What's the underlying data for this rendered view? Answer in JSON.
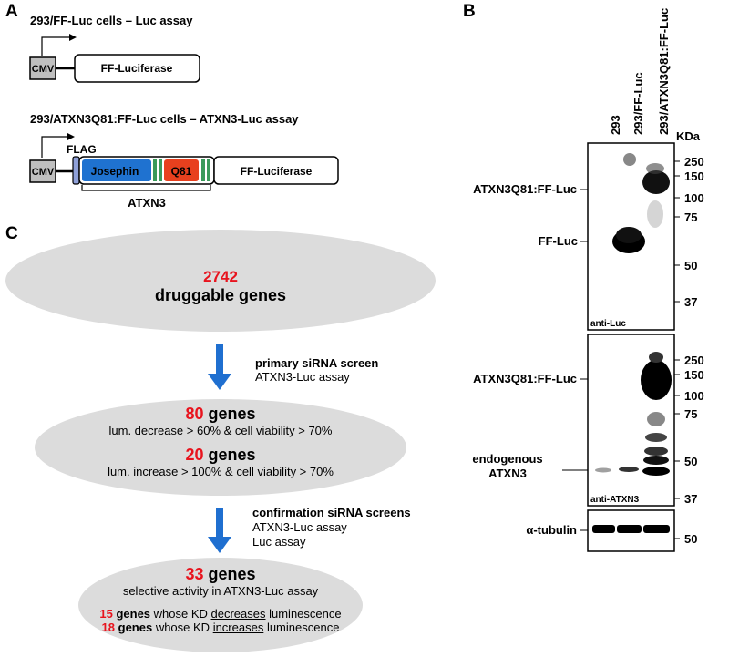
{
  "panelA": {
    "letter": "A",
    "construct1_title": "293/FF-Luc cells – Luc assay",
    "construct2_title": "293/ATXN3Q81:FF-Luc cells – ATXN3-Luc assay",
    "cmv": "CMV",
    "ff_luciferase": "FF-Luciferase",
    "flag": "FLAG",
    "josephin": "Josephin",
    "q81": "Q81",
    "atxn3": "ATXN3",
    "colors": {
      "josephin": "#1f72d0",
      "q81": "#e8401e",
      "cmv": "#bfbfbf",
      "flag": "#8fa0d8",
      "uim": "#3a9a5a"
    }
  },
  "panelB": {
    "letter": "B",
    "lanes": [
      "293",
      "293/FF-Luc",
      "293/ATXN3Q81:FF-Luc"
    ],
    "kda_label": "KDa",
    "blot1": {
      "antibody": "anti-Luc",
      "labels": [
        "ATXN3Q81:FF-Luc",
        "FF-Luc"
      ],
      "markers": [
        "250",
        "150",
        "100",
        "75",
        "50",
        "37"
      ]
    },
    "blot2": {
      "antibody": "anti-ATXN3",
      "labels": [
        "ATXN3Q81:FF-Luc",
        "endogenous",
        "ATXN3"
      ],
      "markers": [
        "250",
        "150",
        "100",
        "75",
        "50",
        "37"
      ]
    },
    "blot3": {
      "label": "α-tubulin",
      "marker": "50"
    }
  },
  "panelC": {
    "letter": "C",
    "step1": {
      "count": "2742",
      "label": "druggable genes"
    },
    "arrow1": {
      "title": "primary siRNA screen",
      "line1": "ATXN3-Luc assay"
    },
    "step2": {
      "count_a": "80",
      "genes_a": " genes",
      "desc_a": "lum. decrease > 60% & cell viability > 70%",
      "count_b": "20",
      "genes_b": " genes",
      "desc_b": "lum. increase > 100% & cell viability > 70%"
    },
    "arrow2": {
      "title": "confirmation siRNA screens",
      "line1": "ATXN3-Luc assay",
      "line2": "Luc assay"
    },
    "step3": {
      "count": "33",
      "genes": " genes",
      "desc": "selective activity in ATXN3-Luc assay",
      "row1_count": "15",
      "row1_genes": " genes",
      "row1_pre": " whose KD ",
      "row1_under": "decreases",
      "row1_post": " luminescence",
      "row2_count": "18",
      "row2_genes": " genes",
      "row2_pre": " whose KD ",
      "row2_under": "increases",
      "row2_post": " luminescence"
    },
    "colors": {
      "ellipse": "#dcdcdc",
      "arrow": "#1f6fd0",
      "highlight": "#e8141e"
    }
  }
}
